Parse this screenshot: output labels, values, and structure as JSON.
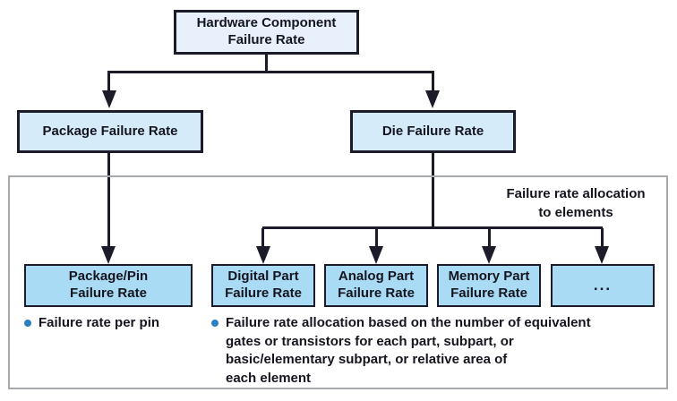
{
  "diagram": {
    "type": "flowchart",
    "nodes": {
      "root": {
        "label": "Hardware Component\nFailure Rate"
      },
      "package": {
        "label": "Package Failure Rate"
      },
      "die": {
        "label": "Die Failure Rate"
      },
      "package_pin": {
        "label": "Package/Pin\nFailure Rate"
      },
      "digital": {
        "label": "Digital Part\nFailure Rate"
      },
      "analog": {
        "label": "Analog Part\nFailure Rate"
      },
      "memory": {
        "label": "Memory Part\nFailure Rate"
      },
      "other": {
        "label": "..."
      }
    },
    "edges": [
      {
        "from": "root",
        "to": "package"
      },
      {
        "from": "root",
        "to": "die"
      },
      {
        "from": "package",
        "to": "package_pin"
      },
      {
        "from": "die",
        "to": "digital"
      },
      {
        "from": "die",
        "to": "analog"
      },
      {
        "from": "die",
        "to": "memory"
      },
      {
        "from": "die",
        "to": "other"
      }
    ],
    "allocation_label": "Failure rate allocation\nto elements",
    "bullets": {
      "pin": "Failure rate per pin",
      "allocation": "Failure rate allocation based on the number of equivalent\ngates or transistors for each part, subpart, or\nbasic/elementary subpart, or relative area of\neach element"
    },
    "colors": {
      "level1_fill": "#e8f1fb",
      "level2_fill": "#d5ebfa",
      "level3_fill": "#a9dbf4",
      "node_border": "#1b1b29",
      "connector": "#1b1b29",
      "container_border": "#a6a9ad",
      "text": "#15151f",
      "bullet_dot": "#2b7fc0",
      "background": "#ffffff"
    }
  }
}
